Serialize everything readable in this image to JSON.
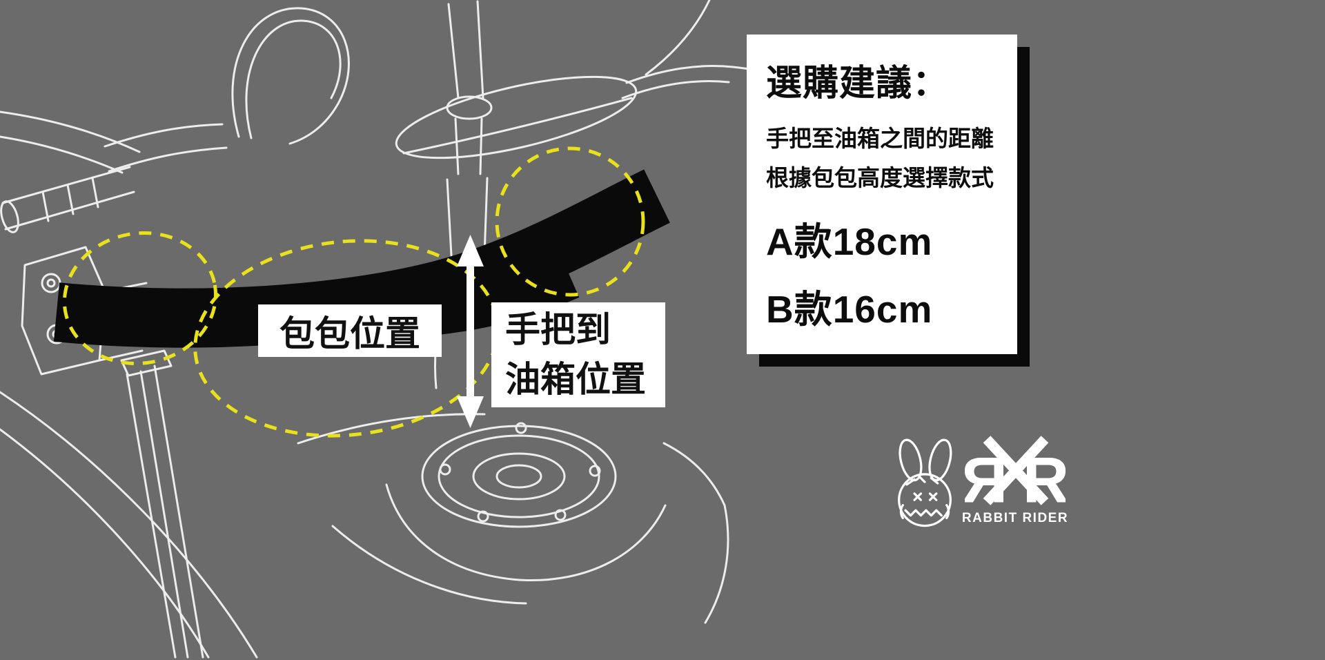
{
  "scene": {
    "background_color": "#6b6b6b",
    "band_color": "#0a0a0a",
    "highlight_color": "#e8e11c",
    "arrow_color": "#ffffff"
  },
  "labels": {
    "bag_position": "包包位置",
    "handle_to_tank": [
      "手把到",
      "油箱位置"
    ]
  },
  "info_panel": {
    "title": "選購建議：",
    "lines": [
      "手把至油箱之間的距離",
      "根據包包高度選擇款式"
    ],
    "options": [
      "A款18cm",
      "B款16cm"
    ]
  },
  "branding": {
    "logo_left": "R",
    "logo_right": "R",
    "brand_name": "RABBIT RIDER"
  }
}
